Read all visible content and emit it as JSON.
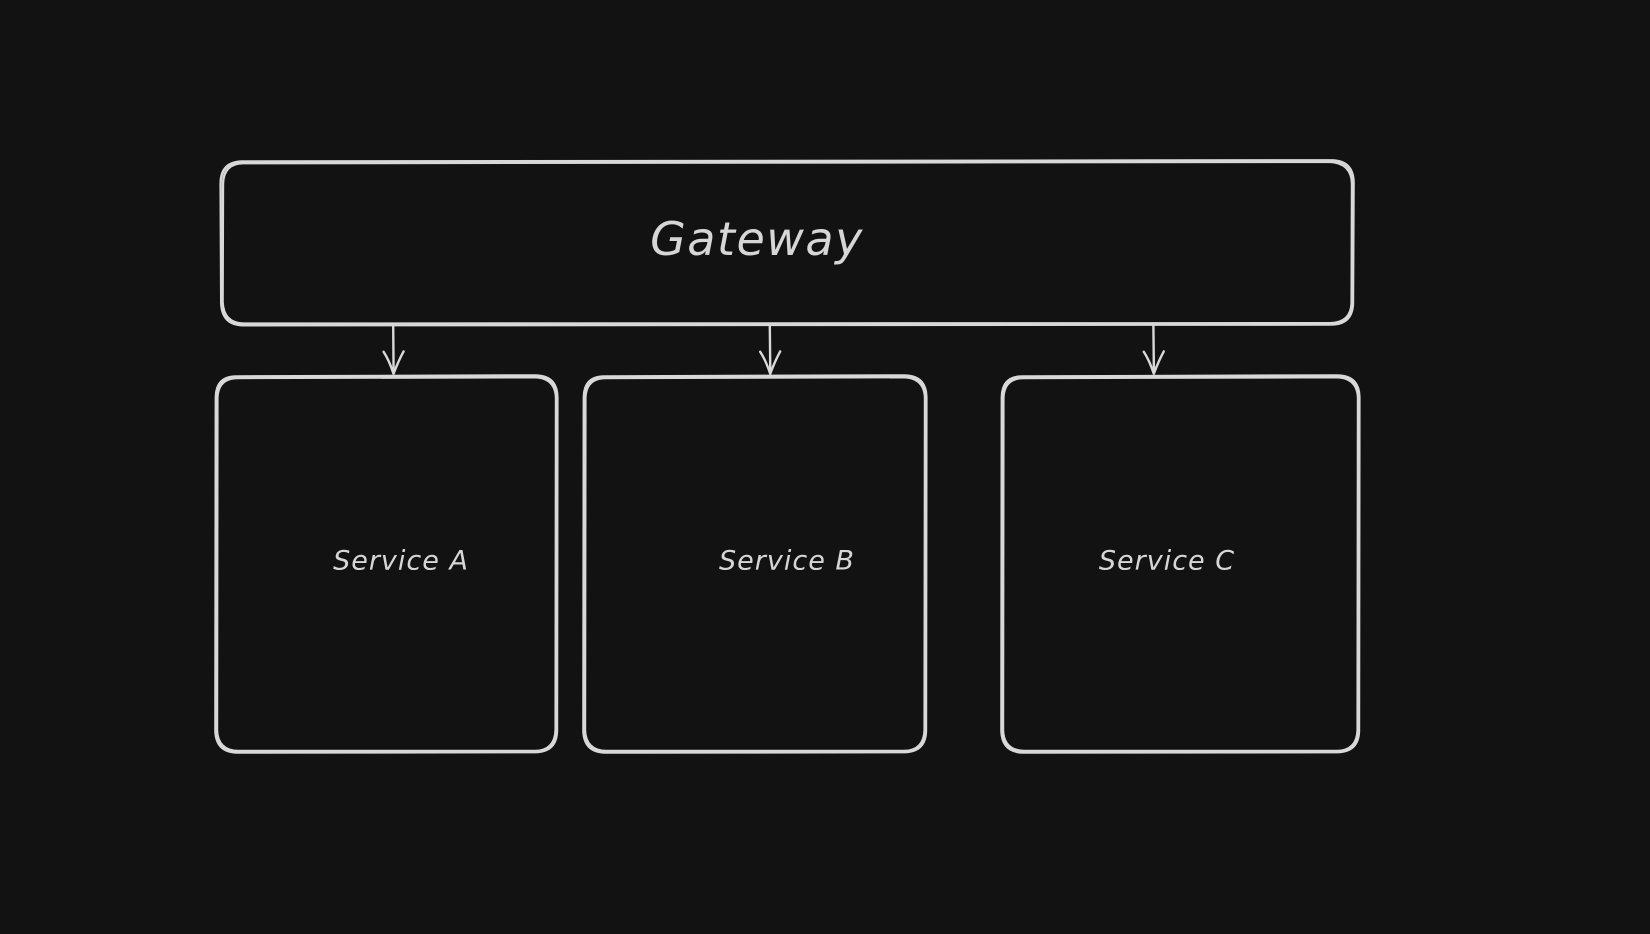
{
  "diagram": {
    "title_node": {
      "label": "Gateway",
      "name": "gateway-node"
    },
    "background_color": "#121212",
    "stroke_color": "#d8d8d8",
    "text_color": "#d6d6d6",
    "nodes": [
      {
        "label": "Gateway",
        "role": "gateway"
      },
      {
        "label": "Service A",
        "role": "service"
      },
      {
        "label": "Service B",
        "role": "service"
      },
      {
        "label": "Service C",
        "role": "service"
      }
    ],
    "edges": [
      {
        "from": "Gateway",
        "to": "Service A",
        "arrow": "down-arrow-icon"
      },
      {
        "from": "Gateway",
        "to": "Service B",
        "arrow": "down-arrow-icon"
      },
      {
        "from": "Gateway",
        "to": "Service C",
        "arrow": "down-arrow-icon"
      }
    ]
  }
}
